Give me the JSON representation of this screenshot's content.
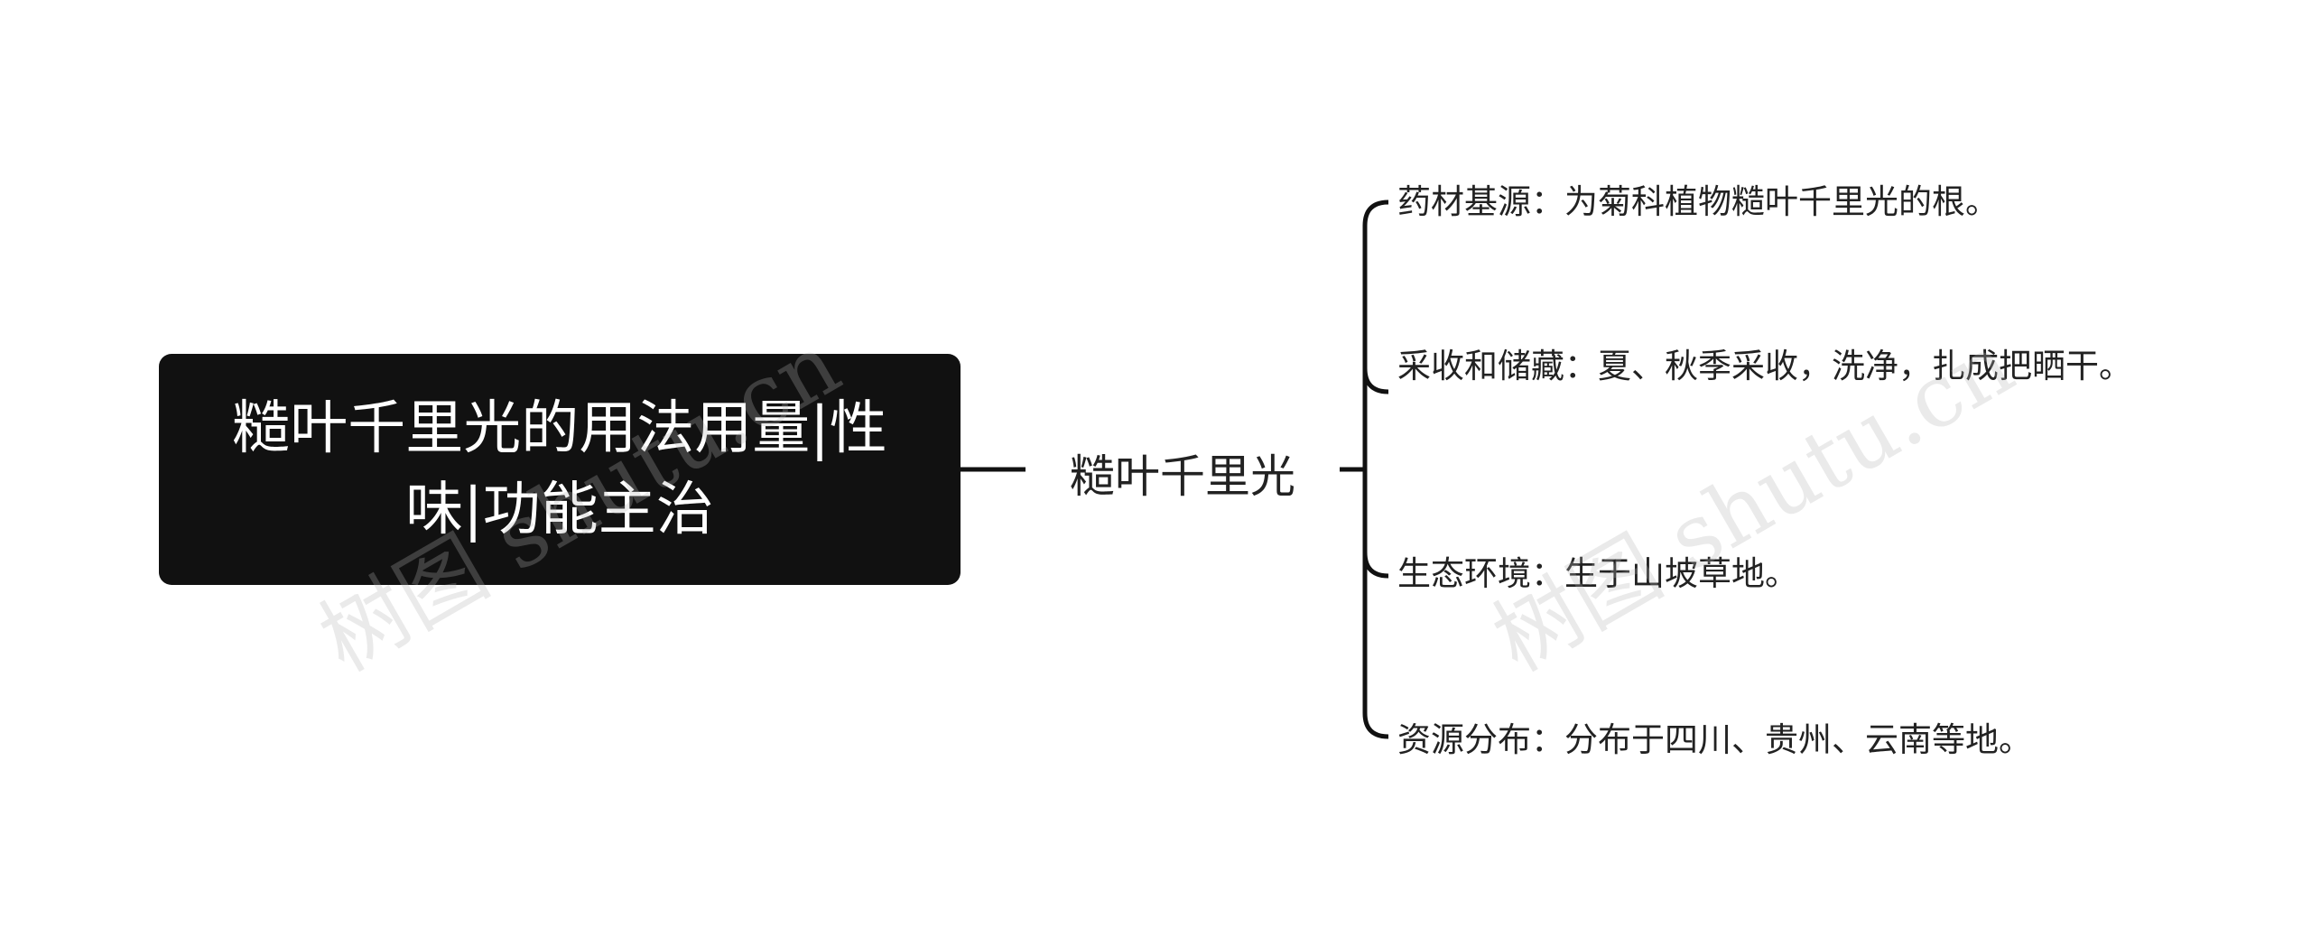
{
  "root": {
    "title": "糙叶千里光的用法用量|性味|功能主治"
  },
  "center": {
    "label": "糙叶千里光"
  },
  "branches": [
    {
      "text": "药材基源：为菊科植物糙叶千里光的根。"
    },
    {
      "text": "采收和储藏：夏、秋季采收，洗净，扎成把晒干。"
    },
    {
      "text": "生态环境：生于山坡草地。"
    },
    {
      "text": "资源分布：分布于四川、贵州、云南等地。"
    }
  ],
  "watermark": {
    "text": "树图 shutu.cn"
  },
  "colors": {
    "root_bg": "#111111",
    "root_text": "#ffffff",
    "line": "#111111",
    "text": "#222222"
  }
}
